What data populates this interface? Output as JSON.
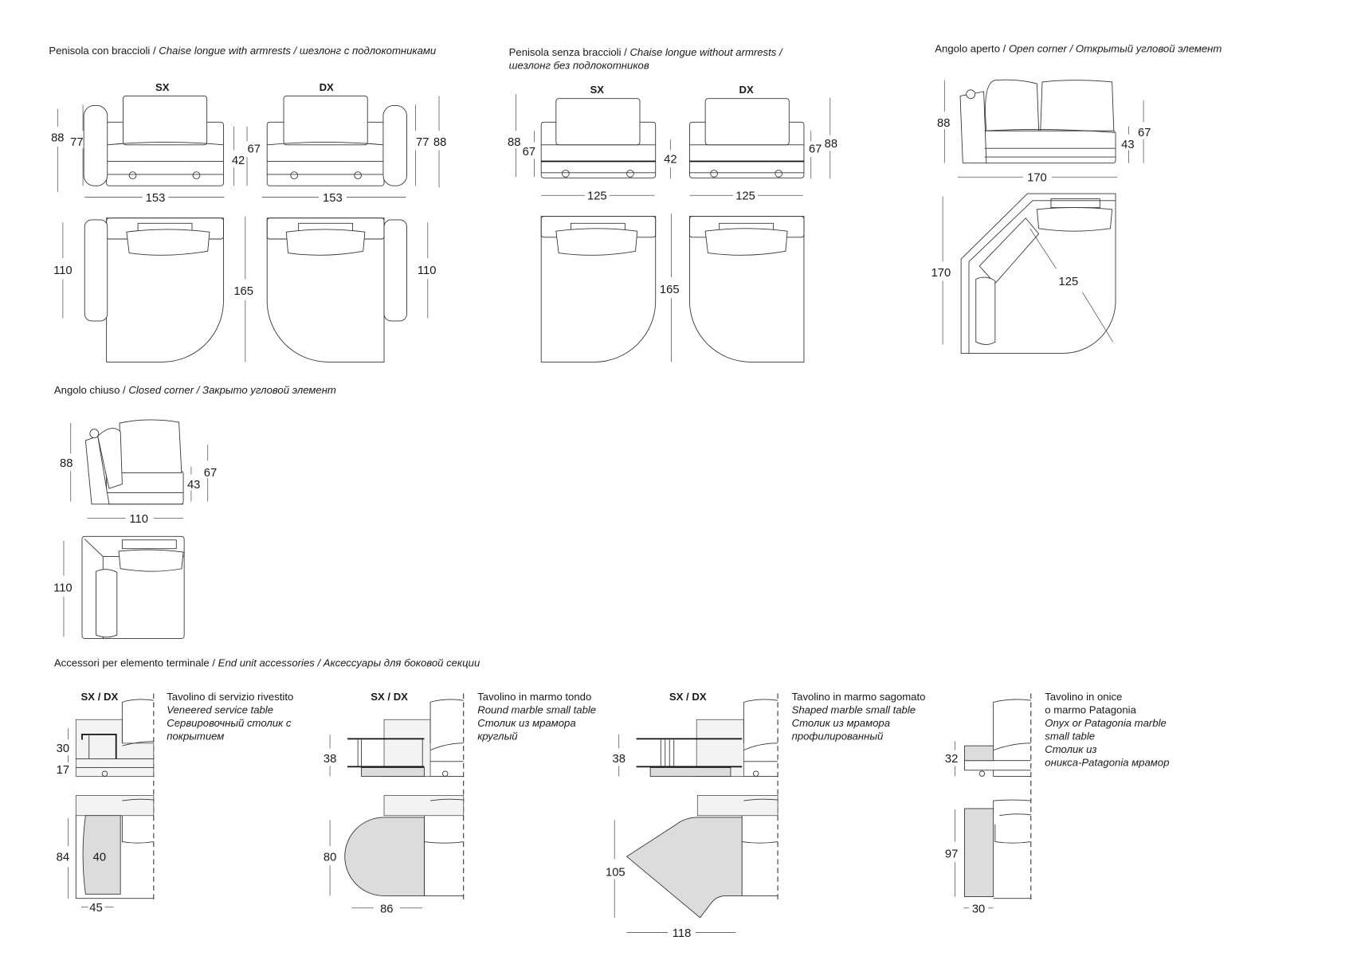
{
  "sections": {
    "chaise_with_arms": {
      "title_it": "Penisola con braccioli / ",
      "title_en": "Chaise longue with armrests / шезлонг с подлокотниками",
      "sx": "SX",
      "dx": "DX",
      "dims": {
        "h_total": "88",
        "h_arm": "77",
        "h_seat": "42",
        "h_back": "67",
        "width": "153",
        "arm_depth": "110",
        "depth": "165"
      }
    },
    "chaise_without_arms": {
      "title_it": "Penisola senza braccioli / ",
      "title_en": "Chaise longue without armrests /",
      "title_ru": "шезлонг без подлокотников",
      "sx": "SX",
      "dx": "DX",
      "dims": {
        "h_total": "88",
        "h_back": "67",
        "h_seat": "42",
        "width": "125",
        "depth": "165"
      }
    },
    "open_corner": {
      "title_it": "Angolo aperto / ",
      "title_en": "Open corner / Открытый угловой элемент",
      "dims": {
        "h_total": "88",
        "h_seat": "43",
        "h_back": "67",
        "width": "170",
        "depth": "170",
        "diagonal": "125"
      }
    },
    "closed_corner": {
      "title_it": "Angolo chiuso / ",
      "title_en": "Closed corner / Закрыто угловой элемент",
      "dims": {
        "h_total": "88",
        "h_seat": "43",
        "h_back": "67",
        "width": "110",
        "depth": "110"
      }
    },
    "accessories": {
      "title_it": "Accessori per elemento terminale / ",
      "title_en": "End unit accessories / Аксессуары для боковой секции",
      "items": [
        {
          "label": "SX / DX",
          "name_it": "Tavolino di servizio rivestito",
          "name_en": "Veneered service table",
          "name_ru1": "Сервировочный столик с",
          "name_ru2": "покрытием",
          "dims": {
            "h1": "30",
            "h2": "17",
            "depth": "84",
            "inner": "40",
            "width": "45"
          }
        },
        {
          "label": "SX / DX",
          "name_it": "Tavolino in marmo tondo",
          "name_en": "Round marble small table",
          "name_ru1": "Столик из мрамора",
          "name_ru2": "круглый",
          "dims": {
            "h": "38",
            "depth": "80",
            "width": "86"
          }
        },
        {
          "label": "SX / DX",
          "name_it": "Tavolino in marmo sagomato",
          "name_en": "Shaped marble small table",
          "name_ru1": "Столик из мрамора",
          "name_ru2": "профилированный",
          "dims": {
            "h": "38",
            "depth": "105",
            "width": "118"
          }
        },
        {
          "name_it1": "Tavolino in onice",
          "name_it2": "o marmo Patagonia",
          "name_en1": "Onyx or Patagonia marble",
          "name_en2": "small table",
          "name_ru1": "Столик из",
          "name_ru2": "оникса-Patagonia мрамор",
          "dims": {
            "h": "32",
            "depth": "97",
            "width": "30"
          }
        }
      ]
    }
  },
  "colors": {
    "line": "#333333",
    "table_fill": "#dcdcdc"
  }
}
